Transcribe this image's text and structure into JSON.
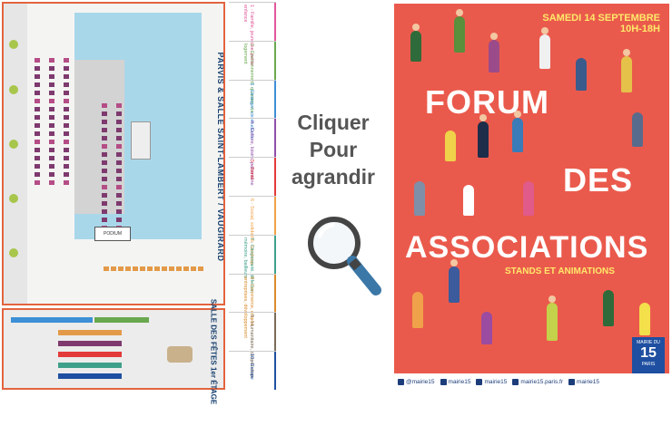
{
  "map": {
    "main_title": "PARVIS & SALLE SAINT-LAMBERT / VAUGIRARD",
    "hall_title": "SALLE DES FÊTES 1er ÉTAGE",
    "podium_label": "PODIUM"
  },
  "legend": [
    {
      "label": "1 - Famille, jeunesse, petite enfance",
      "color": "#e0569a"
    },
    {
      "label": "2 - Environnement, quartier, vie, logement",
      "color": "#6aa84f"
    },
    {
      "label": "3 - Etranger, vie étudiante",
      "color": "#3d8fd6"
    },
    {
      "label": "4 - Culture, loisirs, patrimoine",
      "color": "#8e4fa8"
    },
    {
      "label": "5 - Santé",
      "color": "#e33a3a"
    },
    {
      "label": "6 - Social, solidarité, handicap",
      "color": "#f0a24a"
    },
    {
      "label": "7 - Citoyenneté, défense, mémoire, bailleurs",
      "color": "#3fa08a"
    },
    {
      "label": "8 - Commerce, emploi, entreprises, développement",
      "color": "#d98b2a"
    },
    {
      "label": "9 - Humanitaire, coopération",
      "color": "#7b6b58"
    },
    {
      "label": "10 - Europe",
      "color": "#1e4fa1"
    }
  ],
  "cta": {
    "line1": "Cliquer",
    "line2": "Pour",
    "line3": "agrandir",
    "icon": "magnifier-icon"
  },
  "poster": {
    "date": "SAMEDI 14 SEPTEMBRE",
    "hours": "10H-18H",
    "word1": "FORUM",
    "word2": "DES",
    "word3": "ASSOCIATIONS",
    "subtitle": "STANDS ET ANIMATIONS",
    "logo_top": "MAIRIE DU",
    "logo_num": "15",
    "logo_bottom": "PARIS",
    "socials": [
      {
        "icon": "twitter-icon",
        "text": "@mairie15"
      },
      {
        "icon": "facebook-icon",
        "text": "mairie15"
      },
      {
        "icon": "instagram-icon",
        "text": "mairie15"
      },
      {
        "icon": "web-icon",
        "text": "mairie15.paris.fr"
      },
      {
        "icon": "app-icon",
        "text": "mairie15"
      }
    ],
    "colors": {
      "background": "#ea5a4c",
      "accent": "#ffe86a",
      "brand": "#1e4fa1"
    }
  }
}
